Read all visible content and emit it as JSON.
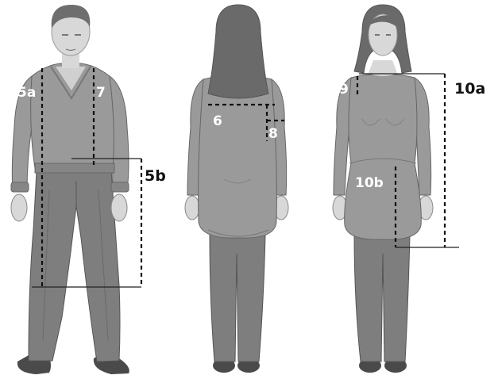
{
  "figures": [
    {
      "name": "man-front",
      "labels": [
        "5a",
        "7",
        "5b"
      ]
    },
    {
      "name": "woman-back",
      "labels": [
        "6",
        "8"
      ]
    },
    {
      "name": "woman-front",
      "labels": [
        "9",
        "10a",
        "10b"
      ]
    }
  ],
  "labels": {
    "m5a": "5a",
    "m7": "7",
    "m5b": "5b",
    "b6": "6",
    "b8": "8",
    "f9": "9",
    "f10a": "10a",
    "f10b": "10b"
  },
  "colors": {
    "skin": "#d8d8d8",
    "hair_man": "#6e6e6e",
    "hair_woman": "#6a6a6a",
    "top": "#9a9a9a",
    "top_dark": "#868686",
    "pants": "#7e7e7e",
    "pants_dark": "#6c6c6c",
    "shoe": "#4a4a4a",
    "line": "#111111"
  }
}
